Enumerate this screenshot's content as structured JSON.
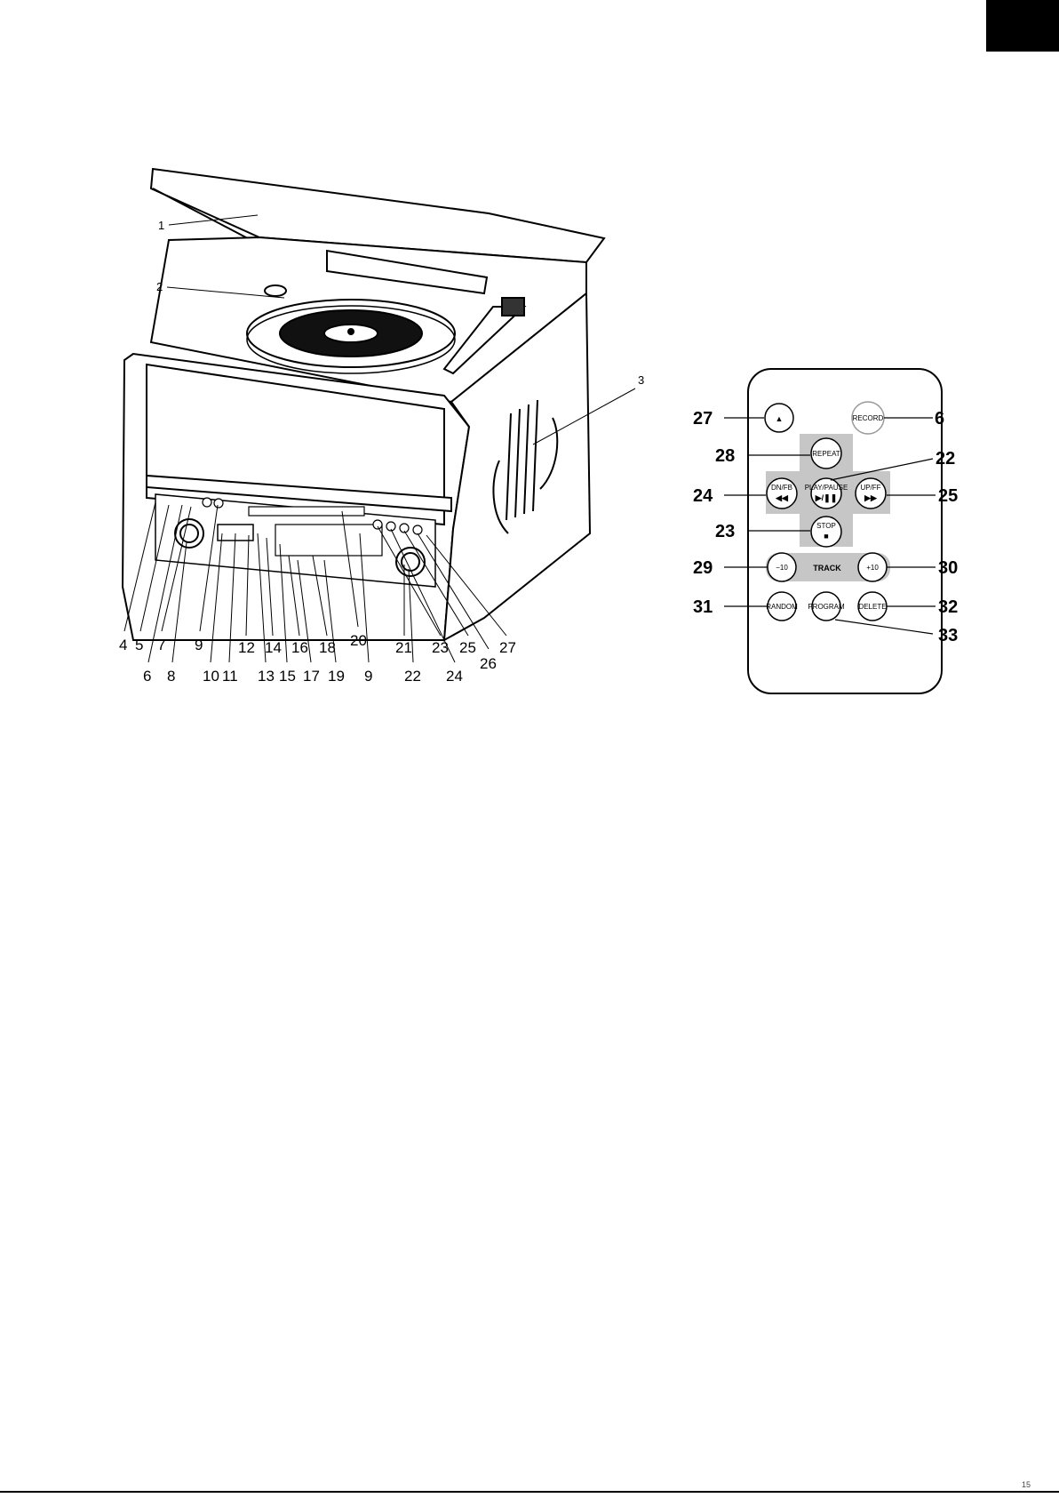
{
  "unit_callouts": {
    "c1": "1",
    "c2": "2",
    "c3": "3",
    "c4": "4",
    "c5": "5",
    "c6": "6",
    "c7": "7",
    "c8": "8",
    "c9a": "9",
    "c9b": "9",
    "c10": "10",
    "c11": "11",
    "c12": "12",
    "c13": "13",
    "c14": "14",
    "c15": "15",
    "c16": "16",
    "c17": "17",
    "c18": "18",
    "c19": "19",
    "c20": "20",
    "c21": "21",
    "c22": "22",
    "c23": "23",
    "c24": "24",
    "c25": "25",
    "c26": "26",
    "c27": "27"
  },
  "remote_callouts": {
    "c27": "27",
    "c6": "6",
    "c28": "28",
    "c22": "22",
    "c24": "24",
    "c25": "25",
    "c23": "23",
    "c29": "29",
    "c30": "30",
    "c31": "31",
    "c32": "32",
    "c33": "33"
  },
  "remote_buttons": {
    "eject": "▲",
    "record": "RECORD",
    "repeat": "REPEAT",
    "dn_fb": "DN/FB",
    "dn_fb_sym": "◀◀",
    "play_pause": "PLAY/PAUSE",
    "play_pause_sym": "▶/❚❚",
    "up_ff": "UP/FF",
    "up_ff_sym": "▶▶",
    "stop": "STOP",
    "stop_sym": "■",
    "minus10": "−10",
    "track": "TRACK",
    "plus10": "+10",
    "random": "RANDOM",
    "program": "PROGRAM",
    "delete": "DELETE"
  },
  "footer": {
    "page_mark": "15"
  }
}
